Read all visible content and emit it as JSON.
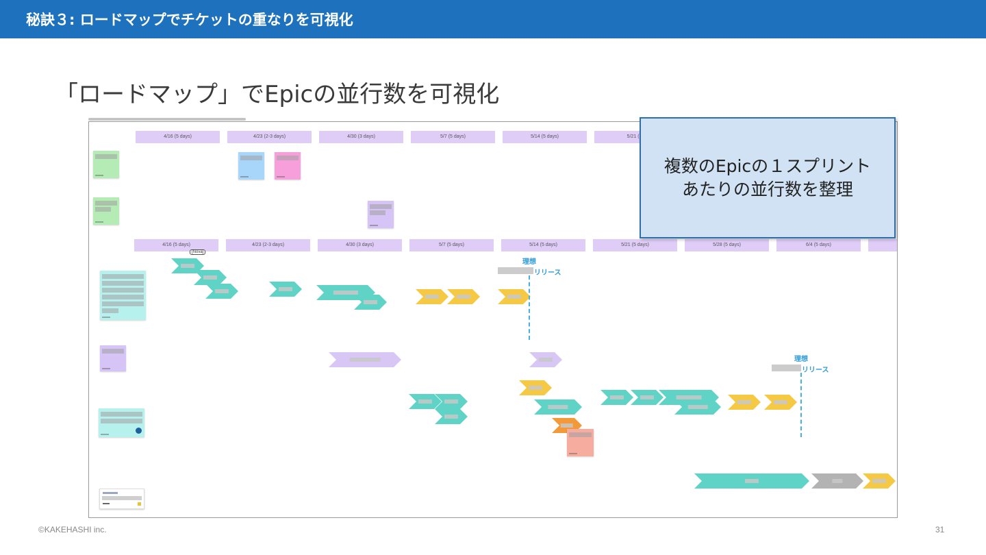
{
  "header": {
    "title": "秘訣３: ロードマップでチケットの重なりを可視化"
  },
  "slide": {
    "title": "「ロードマップ」でEpicの並行数を可視化"
  },
  "roadmap": {
    "top_dates": [
      "4/16 (5 days)",
      "4/23 (2-3 days)",
      "4/30 (3 days)",
      "5/7 (5 days)",
      "5/14 (5 days)",
      "5/21 (5 d"
    ],
    "bottom_dates": [
      "4/16 (5 days)",
      "4/23 (2-3 days)",
      "4/30 (3 days)",
      "5/7 (5 days)",
      "5/14 (5 days)",
      "5/21 (5 days)",
      "5/28 (5 days)",
      "6/4 (5 days)",
      ""
    ],
    "markers": [
      {
        "ideal": "理想",
        "release": "リリース"
      },
      {
        "ideal": "理想",
        "release": "リリース"
      }
    ],
    "cursor_label": "[Nova]"
  },
  "callout": {
    "line1": "複数のEpicの１スプリント",
    "line2": "あたりの並行数を整理"
  },
  "footer": {
    "copyright": "©KAKEHASHI inc.",
    "page": "31"
  },
  "colors": {
    "header_bg": "#1e72bd",
    "teal": "#5fd3c6",
    "yellow": "#f6c944",
    "lavender": "#d8c6f5",
    "orange": "#f29a3a",
    "gray": "#b3b3b3",
    "marker_blue": "#2e9ad8",
    "callout_bg": "#d0e2f3"
  }
}
